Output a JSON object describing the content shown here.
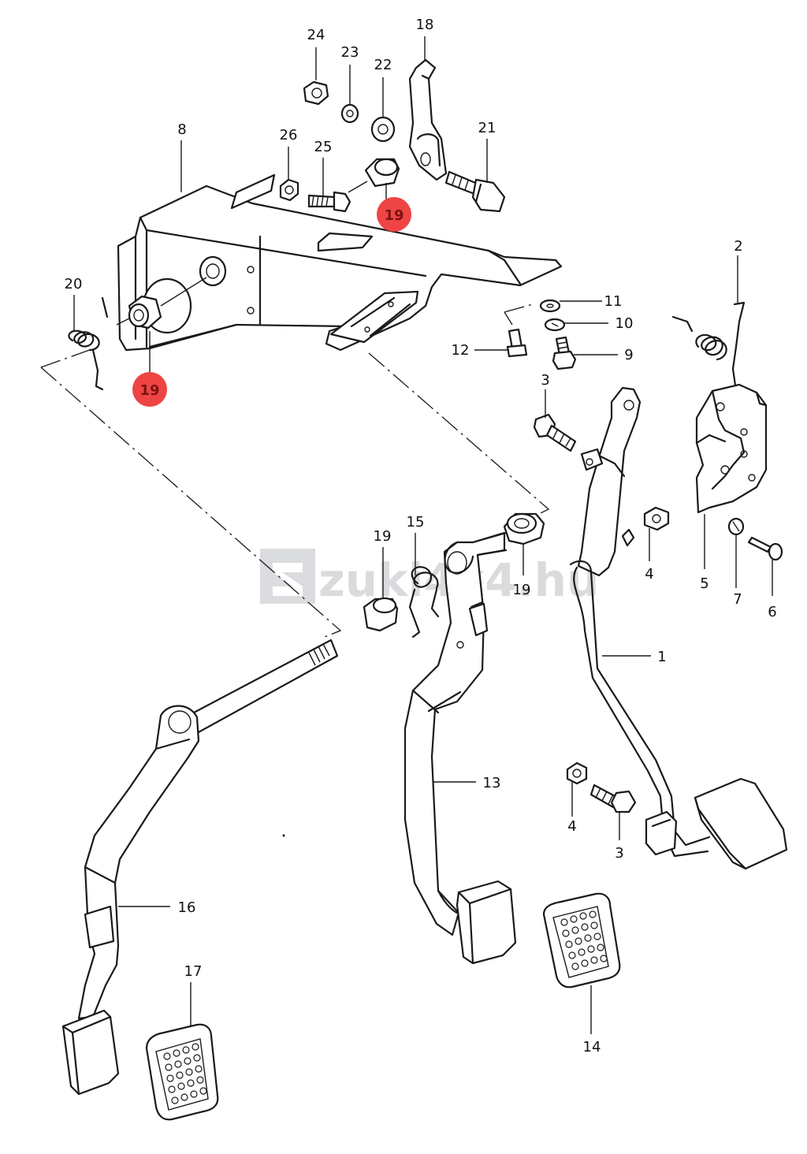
{
  "watermark": {
    "text": "zuki4x4.hu",
    "color": "#cfd0d4"
  },
  "highlight_color": "#ef4444",
  "callouts": [
    {
      "label": "24"
    },
    {
      "label": "23"
    },
    {
      "label": "22"
    },
    {
      "label": "18"
    },
    {
      "label": "8"
    },
    {
      "label": "26"
    },
    {
      "label": "25"
    },
    {
      "label": "21"
    },
    {
      "label": "19",
      "highlighted": true
    },
    {
      "label": "20"
    },
    {
      "label": "19",
      "highlighted": true
    },
    {
      "label": "11"
    },
    {
      "label": "10"
    },
    {
      "label": "12"
    },
    {
      "label": "9"
    },
    {
      "label": "2"
    },
    {
      "label": "3"
    },
    {
      "label": "15"
    },
    {
      "label": "19"
    },
    {
      "label": "19"
    },
    {
      "label": "4"
    },
    {
      "label": "5"
    },
    {
      "label": "7"
    },
    {
      "label": "6"
    },
    {
      "label": "1"
    },
    {
      "label": "13"
    },
    {
      "label": "4"
    },
    {
      "label": "3"
    },
    {
      "label": "16"
    },
    {
      "label": "17"
    },
    {
      "label": "14"
    }
  ]
}
